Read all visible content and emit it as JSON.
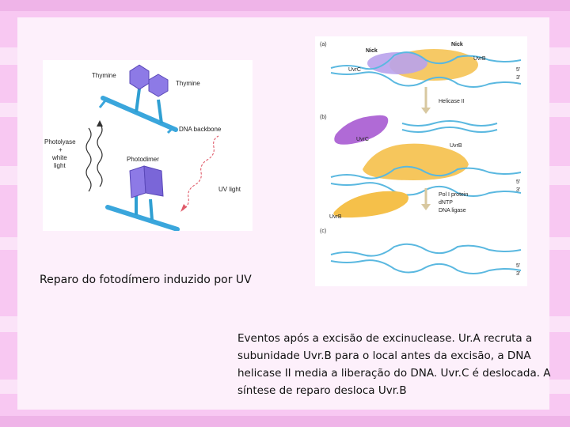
{
  "slide": {
    "caption_left": "Reparo do fotodímero induzido por UV",
    "caption_right": "Eventos após a excisão de excinuclease. Ur.A recruta a subunidade Uvr.B para o local antes da excisão, a DNA helicase II media a liberação do DNA. Uvr.C é deslocada. A síntese de reparo desloca Uvr.B"
  },
  "left_figure": {
    "labels": {
      "thymine_1": "Thymine",
      "thymine_2": "Thymine",
      "backbone": "DNA backbone",
      "photolyase": "Photolyase",
      "plus": "+",
      "white": "white",
      "light": "light",
      "photodimer": "Photodimer",
      "uv_light": "UV light"
    },
    "colors": {
      "base": "#8d7ae6",
      "backbone": "#3aa6dc",
      "uv_wave": "#e05b6a"
    }
  },
  "right_figure": {
    "panel_labels": {
      "a": "(a)",
      "b": "(b)",
      "c": "(c)"
    },
    "labels": {
      "nick_1": "Nick",
      "nick_2": "Nick",
      "uvrc_a": "UvrC",
      "uvrb_a": "UvrB",
      "helicase": "Helicase II",
      "uvrc_b": "UvrC",
      "uvrb_b1": "UvrB",
      "uvrb_b2": "UvrB",
      "pol1": "Pol I protein",
      "dntp": "dNTP",
      "ligase": "DNA ligase"
    },
    "ends": {
      "five": "5'",
      "three": "3'"
    },
    "colors": {
      "uvrb": "#f5c04a",
      "uvrc": "#b06ad6",
      "dna": "#5ab8e0"
    }
  }
}
